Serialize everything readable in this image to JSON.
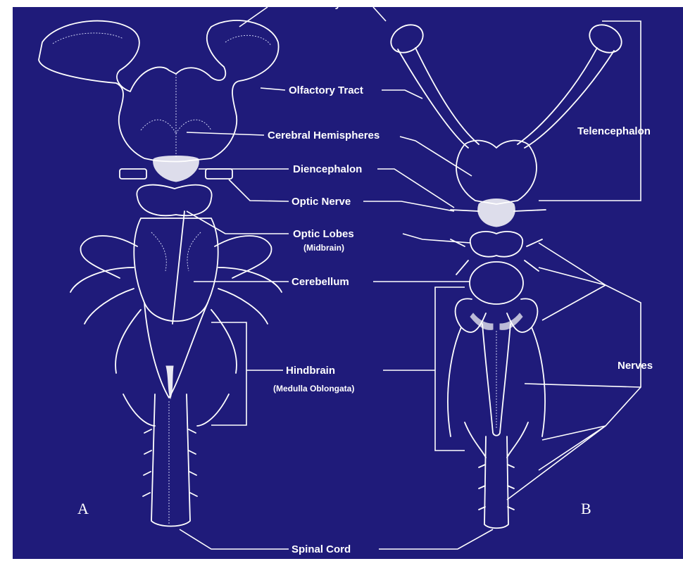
{
  "colors": {
    "background": "#1f1b7a",
    "page": "#ffffff",
    "ink": "#ffffff"
  },
  "labels": {
    "olfactory_bulb": "Olfactory Bulb",
    "olfactory_tract": "Olfactory Tract",
    "cerebral_hemispheres": "Cerebral Hemispheres",
    "diencephalon": "Diencephalon",
    "optic_nerve": "Optic Nerve",
    "optic_lobes": "Optic Lobes",
    "optic_lobes_sub": "(Midbrain)",
    "cerebellum": "Cerebellum",
    "hindbrain": "Hindbrain",
    "hindbrain_sub": "(Medulla Oblongata)",
    "spinal_cord": "Spinal Cord",
    "telencephalon": "Telencephalon",
    "nerves": "Nerves"
  },
  "panels": {
    "a": "A",
    "b": "B"
  }
}
